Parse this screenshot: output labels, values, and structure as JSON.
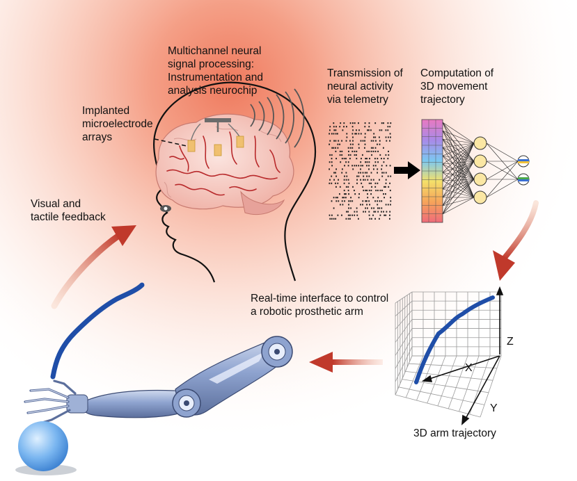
{
  "labels": {
    "signal_processing": [
      "Multichannel neural",
      "signal processing:",
      "Instrumentation and",
      "analysis neurochip"
    ],
    "implanted": [
      "Implanted",
      "microelectrode",
      "arrays"
    ],
    "transmission": [
      "Transmission of",
      "neural activity",
      "via telemetry"
    ],
    "computation": [
      "Computation of",
      "3D movement",
      "trajectory"
    ],
    "feedback": [
      "Visual and",
      "tactile feedback"
    ],
    "interface": [
      "Real-time interface to control",
      "a robotic prosthetic arm"
    ],
    "arm_trajectory": "3D arm trajectory",
    "axis_x": "X",
    "axis_y": "Y",
    "axis_z": "Z"
  },
  "colors": {
    "glow": "#f28a6e",
    "arrow_red": "#c0392b",
    "trajectory_blue": "#1f4ea8",
    "brain_pink": "#f6d2cc",
    "vessel_red": "#b8292b",
    "implant": "#f0c070",
    "node_yellow": "#fbe7a4",
    "ball_blue": "#7ab6f0"
  },
  "icons": [
    "head-profile-icon",
    "brain-icon",
    "neurochip-icon",
    "telemetry-waves-icon",
    "spike-raster-icon",
    "neural-network-icon",
    "3d-plot-icon",
    "robotic-arm-icon",
    "ball-icon"
  ]
}
